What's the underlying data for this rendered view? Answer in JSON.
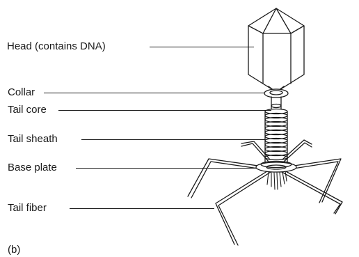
{
  "labels": {
    "head": "Head (contains DNA)",
    "collar": "Collar",
    "tail_core": "Tail core",
    "tail_sheath": "Tail sheath",
    "base_plate": "Base plate",
    "tail_fiber": "Tail fiber"
  },
  "panel_label": "(b)"
}
